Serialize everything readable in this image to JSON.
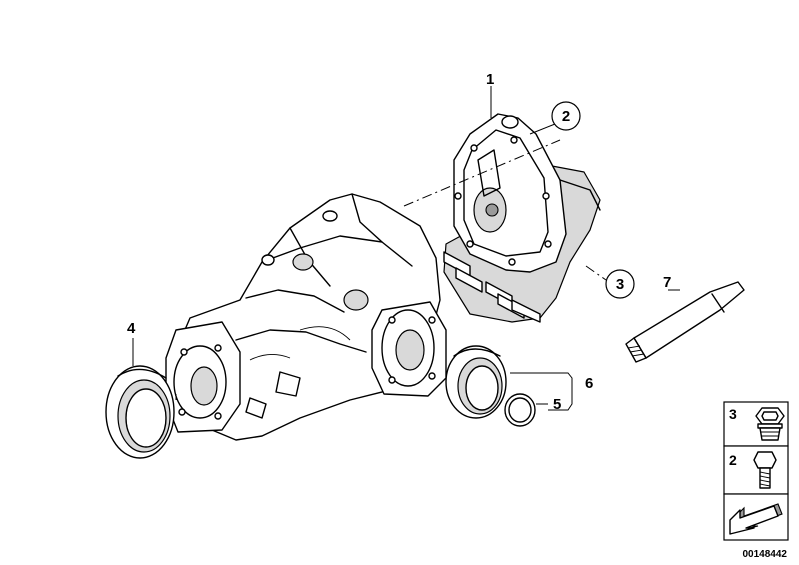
{
  "callouts": {
    "c1": "1",
    "c2": "2",
    "c3": "3",
    "c4": "4",
    "c5": "5",
    "c6": "6",
    "c7": "7"
  },
  "legend": {
    "items": [
      {
        "number": "3",
        "icon": "screw-plug-icon"
      },
      {
        "number": "2",
        "icon": "bolt-icon"
      },
      {
        "number": "",
        "icon": "arrow-icon"
      }
    ]
  },
  "reference_number": "00148442"
}
